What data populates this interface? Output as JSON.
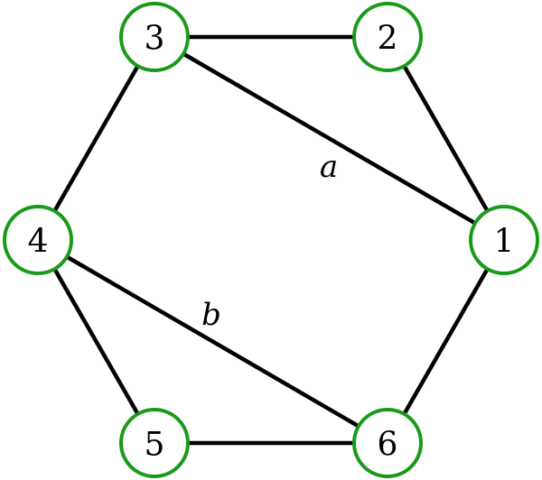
{
  "diagram": {
    "type": "graph",
    "node_stroke_color": "#1a9a1a",
    "edge_color": "#000000",
    "nodes": [
      {
        "id": "1",
        "label": "1"
      },
      {
        "id": "2",
        "label": "2"
      },
      {
        "id": "3",
        "label": "3"
      },
      {
        "id": "4",
        "label": "4"
      },
      {
        "id": "5",
        "label": "5"
      },
      {
        "id": "6",
        "label": "6"
      }
    ],
    "edges": [
      {
        "from": "3",
        "to": "2",
        "label": ""
      },
      {
        "from": "2",
        "to": "1",
        "label": ""
      },
      {
        "from": "3",
        "to": "1",
        "label": "a"
      },
      {
        "from": "3",
        "to": "4",
        "label": ""
      },
      {
        "from": "4",
        "to": "5",
        "label": ""
      },
      {
        "from": "4",
        "to": "6",
        "label": "b"
      },
      {
        "from": "5",
        "to": "6",
        "label": ""
      },
      {
        "from": "6",
        "to": "1",
        "label": ""
      }
    ]
  }
}
